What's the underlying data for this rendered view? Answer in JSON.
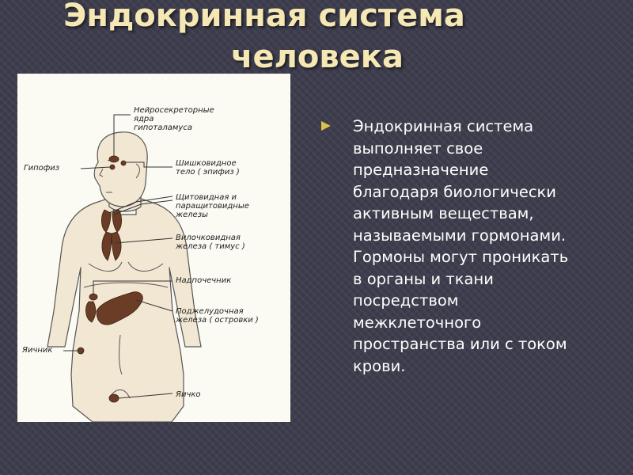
{
  "slide": {
    "title_line1": "Эндокринная система",
    "title_line2": "человека",
    "body_text": "Эндокринная система\nвыполняет свое\nпредназначение\nблагодаря биологически\nактивным веществам,\nназываемыми гормонами.\nГормоны могут проникать\nв органы и ткани\nпосредством\nмежклеточного\nпространства или с током\nкрови.",
    "bullet_icon": "triangle-bullet-icon",
    "colors": {
      "title": "#f6e8b4",
      "background": "#3d3d4d",
      "bullet": "#d9c04a",
      "organ": "#6b3d26",
      "figure_bg": "#fbfaf3"
    }
  },
  "diagram": {
    "labels": {
      "neurosecretory": "Нейросекреторные\nядра\nгипоталамуса",
      "pineal": "Шишковидное\nтело ( эпифиз )",
      "pituitary": "Гипофиз",
      "thyroid": "Щитовидная и\nпаращитовидные\nжелезы",
      "thymus": "Вилочковидная\nжелеза ( тимус )",
      "adrenal": "Надпочечник",
      "pancreas": "Поджелудочная\nжелеза ( островки )",
      "ovary": "Яичник",
      "testis": "Яичко"
    }
  }
}
